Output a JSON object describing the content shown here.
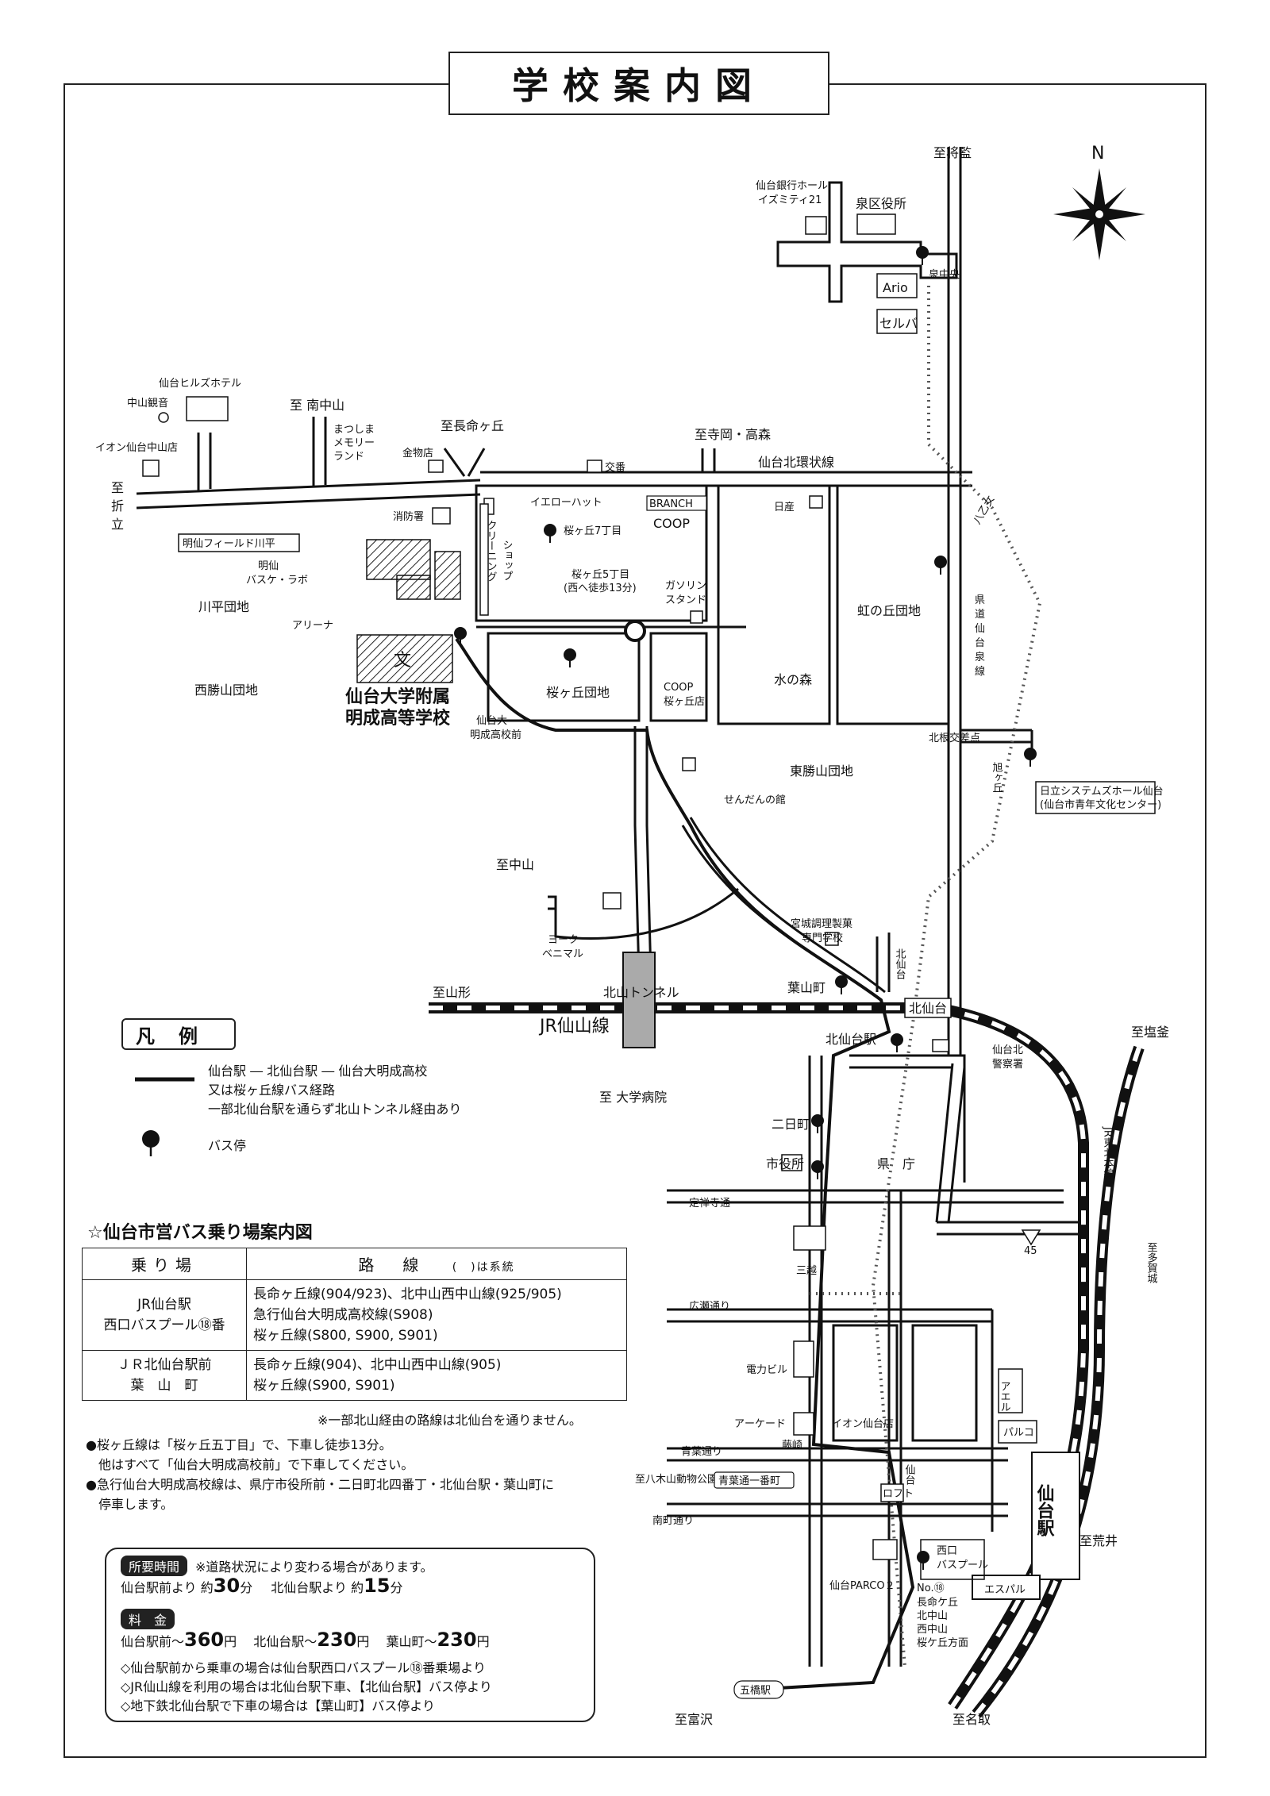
{
  "title": "学校案内図",
  "compass": "N",
  "map_labels": {
    "to_shogen": "至将監",
    "sendai_bank_hall_1": "仙台銀行ホール",
    "sendai_bank_hall_2": "イズミティ21",
    "izumi_ward_office": "泉区役所",
    "ario": "Ario",
    "selva": "セルバ",
    "izumi_chuo": "泉中央",
    "hills_hotel": "仙台ヒルズホテル",
    "nakayama_kannon": "中山観音",
    "aeon_nakayama": "イオン仙台中山店",
    "to_orio_1": "至",
    "to_orio_2": "折",
    "to_orio_3": "立",
    "to_minami_nakayama": "至 南中山",
    "matsushima_land_1": "まつしま",
    "matsushima_land_2": "メモリー",
    "matsushima_land_3": "ランド",
    "to_choumeigaoka": "至長命ヶ丘",
    "kanamono": "金物店",
    "koban": "交番",
    "to_teraoka": "至寺岡・高森",
    "kanjo_line": "仙台北環状線",
    "hachinohe": "八乙女",
    "fire_station": "消防署",
    "yellow_hat": "イエローハット",
    "branch": "BRANCH",
    "coop": "COOP",
    "nissan": "日産",
    "meisen_field": "明仙フィールド川平",
    "meisen_basket_1": "明仙",
    "meisen_basket_2": "バスケ・ラボ",
    "cleaning_1": "クリーニング",
    "cleaning_2": "ショップ",
    "sakuragaoka_7": "桜ヶ丘7丁目",
    "sakuragaoka_5_1": "桜ヶ丘5丁目",
    "sakuragaoka_5_2": "(西へ徒歩13分)",
    "gas_1": "ガソリン",
    "gas_2": "スタンド",
    "niji_danchi": "虹の丘団地",
    "kendo_1": "県",
    "kendo_2": "道",
    "kendo_3": "仙",
    "kendo_4": "台",
    "kendo_5": "泉",
    "kendo_6": "線",
    "kawahira_danchi": "川平団地",
    "arena": "アリーナ",
    "school_mark": "文",
    "school_name_1": "仙台大学附属",
    "school_name_2": "明成高等学校",
    "nishikatsuyama": "西勝山団地",
    "bus_stop_school_1": "仙台大",
    "bus_stop_school_2": "明成高校前",
    "sakuragaoka_danchi": "桜ヶ丘団地",
    "coop_sakura_1": "COOP",
    "coop_sakura_2": "桜ヶ丘店",
    "mizu_no_mori": "水の森",
    "kitane": "北根交差点",
    "asahigaoka": "旭ヶ丘",
    "hitachi_hall_1": "日立システムズホール仙台",
    "hitachi_hall_2": "(仙台市青年文化センター)",
    "higashi_katsuyama": "東勝山団地",
    "sendan": "せんだんの館",
    "to_nakayama": "至中山",
    "york_1": "ヨーク",
    "york_2": "ベニマル",
    "miyagi_chouri_1": "宮城調理製菓",
    "miyagi_chouri_2": "専門学校",
    "kitasendai_v": "北仙台",
    "to_yamagata": "至山形",
    "kitayama_tunnel": "北山トンネル",
    "hayamacho": "葉山町",
    "kitasendai_st": "北仙台",
    "jr_senzan": "JR仙山線",
    "kitasendai_eki_stop": "北仙台駅",
    "police_1": "仙台北",
    "police_2": "警察署",
    "to_shiogama": "至塩釜",
    "jr_tohoku": "JR東北本線",
    "to_university_hospital": "至 大学病院",
    "futsukamachi": "二日町",
    "city_hall": "市役所",
    "prefecture": "県　庁",
    "jozenji": "定禅寺通",
    "route45": "45",
    "to_tagajo": "至多賀城",
    "mitsukoshi": "三越",
    "hirose": "広瀬通り",
    "denryoku": "電力ビル",
    "arcade": "アーケード",
    "fujisaki": "藤崎",
    "aeon_sendai": "イオン仙台店",
    "ael": "アエル",
    "parco": "パルコ",
    "aoba_dori": "青葉通り",
    "yagiyama": "至八木山動物公園",
    "aoba_ichibancho": "青葉通一番町",
    "sendai_v": "仙台",
    "loft": "ロフト",
    "sendai_station": "仙台駅",
    "minamimachi": "南町通り",
    "to_arai": "至荒井",
    "nishiguchi_1": "西口",
    "nishiguchi_2": "バスプール",
    "parco2": "仙台PARCO２",
    "s_pal": "エスパル",
    "pool_no": "No.⑱",
    "pool_route_1": "長命ケ丘",
    "pool_route_2": "北中山",
    "pool_route_3": "西中山",
    "pool_route_4": "桜ケ丘方面",
    "itsutsubashi": "五橋駅",
    "to_tomiya": "至富沢",
    "to_natori": "至名取"
  },
  "legend": {
    "title": "凡例",
    "route_line_1": "仙台駅 ― 北仙台駅 ― 仙台大明成高校",
    "route_line_2": "又は桜ヶ丘線バス経路",
    "route_line_3": "一部北仙台駅を通らず北山トンネル経由あり",
    "bus_stop": "バス停"
  },
  "bus_table": {
    "title": "☆仙台市営バス乗り場案内図",
    "col_stop": "乗り場",
    "col_route": "路　線",
    "col_route_note": "(　)は系統",
    "rows": [
      {
        "stop_1": "JR仙台駅",
        "stop_2": "西口バスプール⑱番",
        "route_1": "長命ヶ丘線(904/923)、北中山西中山線(925/905)",
        "route_2": "急行仙台大明成高校線(S908)",
        "route_3": "桜ヶ丘線(S800, S900, S901)"
      },
      {
        "stop_1": "ＪＲ北仙台駅前",
        "stop_2": "葉　山　町",
        "route_1": "長命ヶ丘線(904)、北中山西中山線(905)",
        "route_2": "桜ヶ丘線(S900, S901)"
      }
    ],
    "note": "※一部北山経由の路線は北仙台を通りません。"
  },
  "notes": {
    "line_1": "●桜ヶ丘線は「桜ヶ丘五丁目」で、下車し徒歩13分。",
    "line_2": "　他はすべて「仙台大明成高校前」で下車してください。",
    "line_3": "●急行仙台大明成高校線は、県庁市役所前・二日町北四番丁・北仙台駅・葉山町に",
    "line_4": "　停車します。"
  },
  "info_box": {
    "time_tag": "所要時間",
    "time_note": "※道路状況により変わる場合があります。",
    "time_sendai_pre": "仙台駅前より 約",
    "time_sendai_val": "30",
    "time_sendai_unit": "分",
    "time_kita_pre": "北仙台駅より 約",
    "time_kita_val": "15",
    "time_kita_unit": "分",
    "fare_tag": "料　金",
    "fare_sendai_pre": "仙台駅前～",
    "fare_sendai_val": "360",
    "fare_unit": "円",
    "fare_kita_pre": "北仙台駅～",
    "fare_kita_val": "230",
    "fare_hayama_pre": "葉山町～",
    "fare_hayama_val": "230",
    "tip_1": "◇仙台駅前から乗車の場合は仙台駅西口バスプール⑱番乗場より",
    "tip_2": "◇JR仙山線を利用の場合は北仙台駅下車、【北仙台駅】バス停より",
    "tip_3": "◇地下鉄北仙台駅で下車の場合は【葉山町】バス停より"
  }
}
